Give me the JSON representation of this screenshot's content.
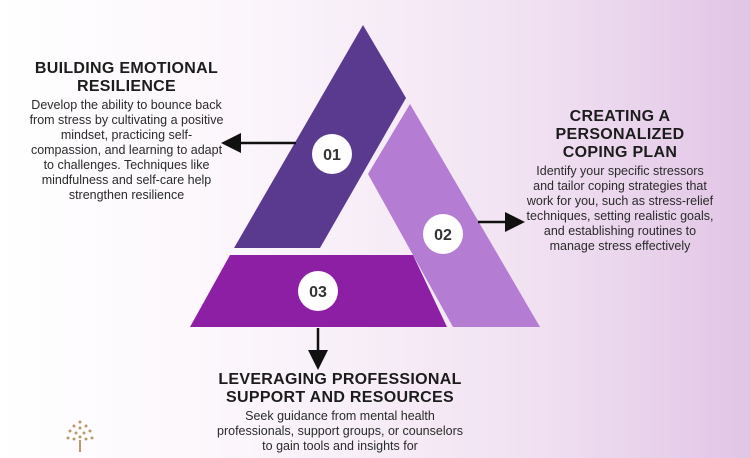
{
  "sections": [
    {
      "number": "01",
      "title": "BUILDING EMOTIONAL RESILIENCE",
      "body": "Develop the ability to bounce back from stress by cultivating a positive mindset, practicing self-compassion, and learning to adapt to challenges. Techniques like mindfulness and self-care help strengthen resilience",
      "color": "#5a3a8f"
    },
    {
      "number": "02",
      "title": "CREATING A PERSONALIZED COPING PLAN",
      "body": "Identify your specific stressors and tailor coping strategies that work for you, such as stress-relief techniques, setting realistic goals, and establishing routines to manage stress effectively",
      "color": "#b47cd2"
    },
    {
      "number": "03",
      "title": "LEVERAGING PROFESSIONAL SUPPORT AND RESOURCES",
      "body": "Seek guidance from mental health professionals, support groups, or counselors to gain tools and insights for",
      "color": "#8c1fa3"
    }
  ]
}
